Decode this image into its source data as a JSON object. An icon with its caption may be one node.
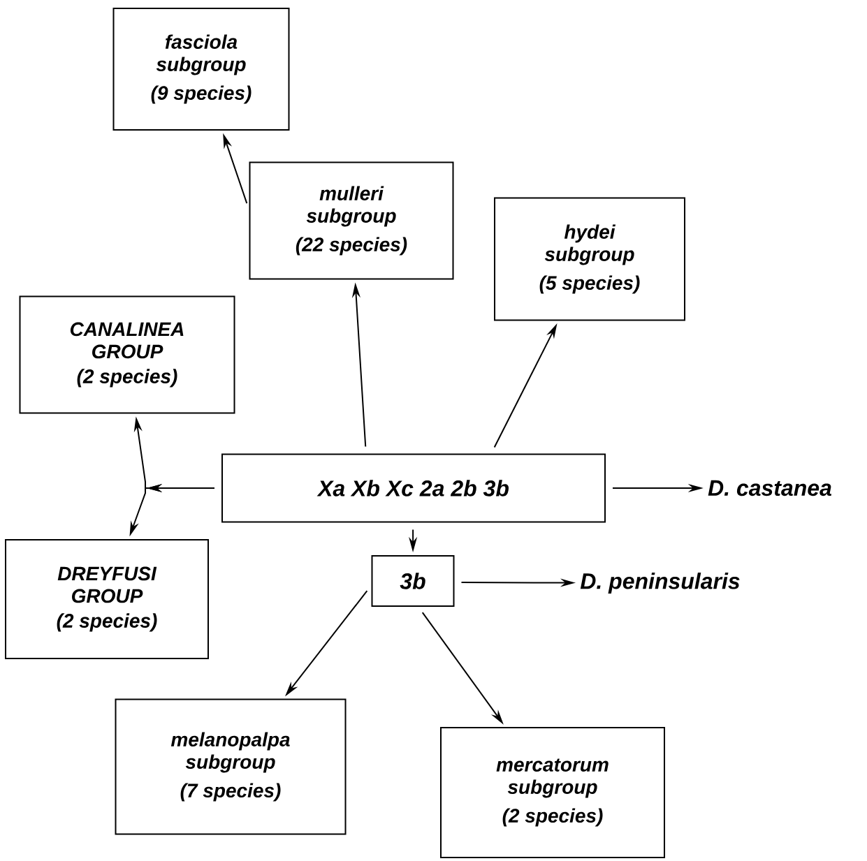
{
  "diagram": {
    "nodes": [
      {
        "text": [
          "fasciola subgroup",
          "(9 species)"
        ]
      },
      {
        "text": [
          "mulleri subgroup",
          "(22 species)"
        ]
      },
      {
        "text": [
          "hydei subgroup",
          "(5 species)"
        ]
      },
      {
        "text": [
          "CANALINEA GROUP",
          "(2 species)"
        ]
      },
      {
        "text": [
          "Xa Xb Xc 2a 2b 3b"
        ]
      },
      {
        "text": [
          "D. castanea"
        ]
      },
      {
        "text": [
          "DREYFUSI GROUP",
          "(2 species)"
        ]
      },
      {
        "text": [
          "3b"
        ]
      },
      {
        "text": [
          "D. peninsularis"
        ]
      },
      {
        "text": [
          "melanopalpa subgroup",
          "(7 species)"
        ]
      },
      {
        "text": [
          "mercatorum subgroup",
          "(2 species)"
        ]
      }
    ],
    "edges": [
      {
        "from": 1,
        "to": 0,
        "arrow": "to"
      },
      {
        "from": 4,
        "to": 1,
        "arrow": "to"
      },
      {
        "from": 4,
        "to": 2,
        "arrow": "to"
      },
      {
        "from": 4,
        "to": 3,
        "arrow": "to"
      },
      {
        "from": 4,
        "to": 6,
        "arrow": "to"
      },
      {
        "from": 4,
        "to": 5,
        "arrow": "to"
      },
      {
        "from": 4,
        "to": 7,
        "arrow": "to"
      },
      {
        "from": 7,
        "to": 8,
        "arrow": "to"
      },
      {
        "from": 7,
        "to": 9,
        "arrow": "to"
      },
      {
        "from": 7,
        "to": 10,
        "arrow": "to"
      }
    ]
  }
}
